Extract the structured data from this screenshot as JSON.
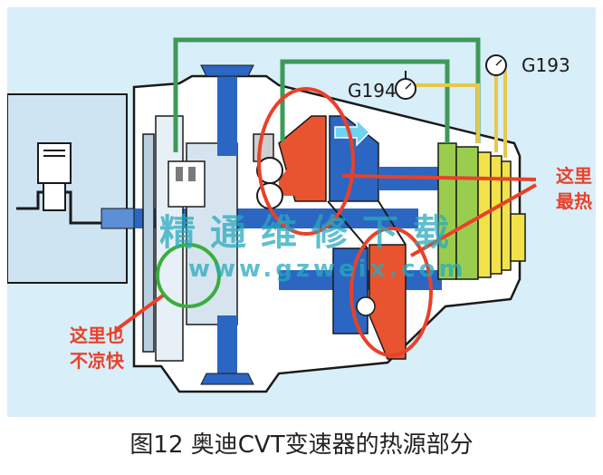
{
  "labels": {
    "g193": "G193",
    "g194": "G194"
  },
  "notes": {
    "hottest_line1": "这里",
    "hottest_line2": "最热",
    "not_cool_line1": "这里也",
    "not_cool_line2": "不凉快"
  },
  "watermark": {
    "text": "精通维修下载",
    "url": "www.gzweix.com"
  },
  "caption": "图12 奥迪CVT变速器的热源部分",
  "colors": {
    "background": "#d8eef8",
    "housing": "#ffffff",
    "engine_block": "#cfe4f2",
    "shaft_blue": "#2b66c2",
    "pulley_orange": "#e8542f",
    "cooler_green": "#9acd4e",
    "cooler_yellow": "#f2e24a",
    "pipe_green": "#3d9a5a",
    "pipe_yellow": "#e6c84a",
    "highlight_red": "#e8412a",
    "highlight_green": "#3aae3c"
  },
  "icons": [
    "temperature-gauge-icon"
  ]
}
